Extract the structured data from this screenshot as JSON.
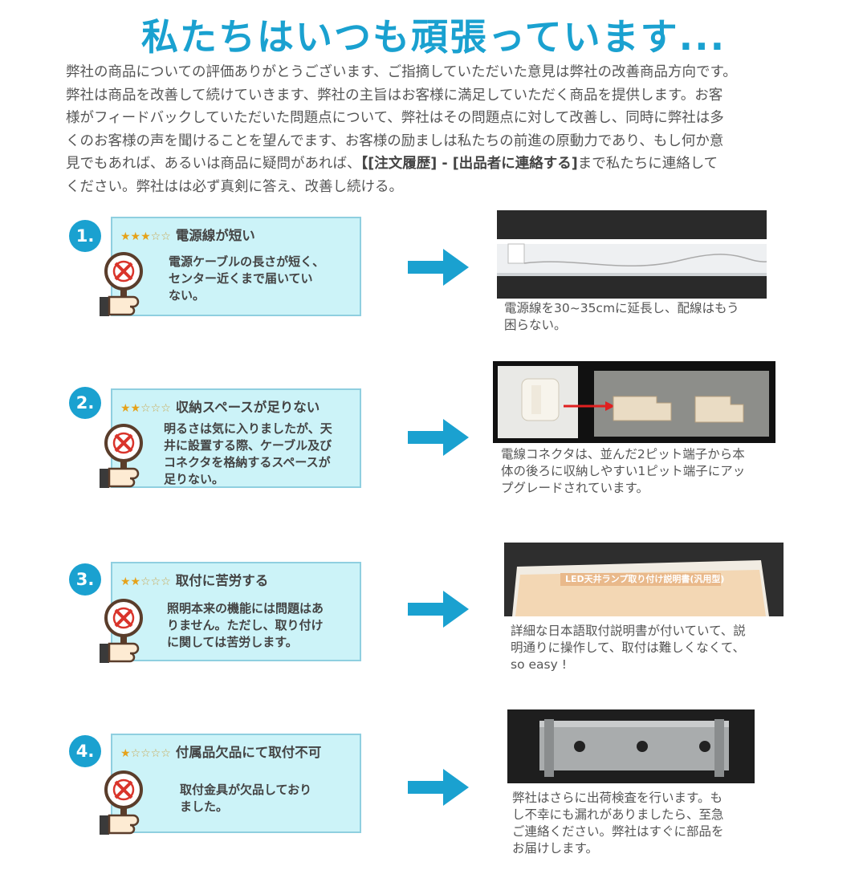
{
  "headline": "私たちはいつも頑張っています...",
  "intro": {
    "lines": [
      "弊社の商品についての評価ありがとうございます、ご指摘していただいた意見は弊社の改善商品方向です。",
      "弊社は商品を改善して続けていきます、弊社の主旨はお客様に満足していただく商品を提供します。お客",
      "様がフィードバックしていただいた問題点について、弊社はその問題点に対して改善し、同時に弊社は多",
      "くのお客様の声を聞けることを望んでます、お客様の励ましは私たちの前進の原動力であり、もし何か意"
    ],
    "line5_pre": "見でもあれば、あるいは商品に疑問があれば、",
    "line5_bold": "【[注文履歴] - [出品者に連絡する]",
    "line5_post": "まで私たちに連絡して",
    "line6": "ください。弊社はは必ず真剣に答え、改善し続ける。"
  },
  "items": [
    {
      "number": "1.",
      "stars_on": "★★★",
      "stars_off": "☆☆",
      "title": "電源線が短い",
      "body": [
        "電源ケーブルの長さが短く、",
        "センター近くまで届いてい",
        "ない。"
      ],
      "caption": [
        "電源線を30~35cmに延長し、配線はもう",
        "困らない。"
      ]
    },
    {
      "number": "2.",
      "stars_on": "★★",
      "stars_off": "☆☆☆",
      "title": "収納スペースが足りない",
      "body": [
        "明るさは気に入りましたが、天",
        "井に設置する際、ケーブル及び",
        "コネクタを格納するスペースが",
        "足りない。"
      ],
      "caption": [
        "電線コネクタは、並んだ2ピット端子から本",
        "体の後ろに収納しやすい1ピット端子にアッ",
        "プグレードされています。"
      ]
    },
    {
      "number": "3.",
      "stars_on": "★★",
      "stars_off": "☆☆☆",
      "title": "取付に苦労する",
      "body": [
        "照明本来の機能には問題はあ",
        "りません。ただし、取り付け",
        "に関しては苦労します。"
      ],
      "caption": [
        "詳細な日本語取付説明書が付いていて、説",
        "明通りに操作して、取付は難しくなくて、",
        "so easy !"
      ],
      "manual_label": "LED天井ランプ取り付け説明書(汎用型)"
    },
    {
      "number": "4.",
      "stars_on": "★",
      "stars_off": "☆☆☆☆",
      "title": "付属品欠品にて取付不可",
      "body": [
        "取付金具が欠品しており",
        "ました。"
      ],
      "caption": [
        "弊社はさらに出荷検査を行います。も",
        "し不幸にも漏れがありましたら、至急",
        "ご連絡ください。弊社はすぐに部品を",
        "お届けします。"
      ]
    }
  ],
  "colors": {
    "accent": "#1aa1d0",
    "card_bg": "#ccf3f8",
    "star": "#e5a21a"
  }
}
